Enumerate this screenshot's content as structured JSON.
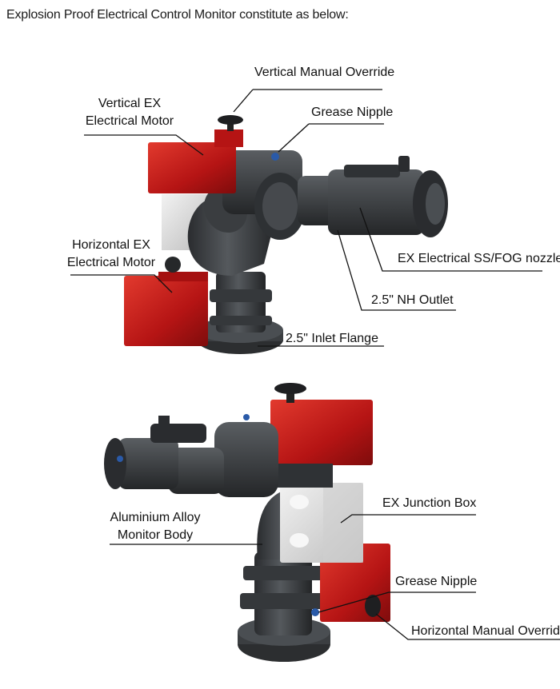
{
  "heading": "Explosion Proof Electrical Control Monitor constitute as below:",
  "colors": {
    "motor_red": "#c01818",
    "body_dark": "#3a3d40",
    "junction_box": "#d8d8d8",
    "nipple_blue": "#2a5aa8"
  },
  "top_figure": {
    "labels": {
      "vertical_manual_override": "Vertical Manual Override",
      "vertical_ex_motor_line1": "Vertical EX",
      "vertical_ex_motor_line2": "Electrical Motor",
      "grease_nipple": "Grease Nipple",
      "horizontal_ex_motor_line1": "Horizontal EX",
      "horizontal_ex_motor_line2": "Electrical Motor",
      "ex_nozzle": "EX Electrical SS/FOG nozzle",
      "nh_outlet": "2.5\" NH Outlet",
      "inlet_flange": "2.5\" Inlet Flange"
    }
  },
  "bottom_figure": {
    "labels": {
      "ex_junction_box": "EX Junction Box",
      "monitor_body_line1": "Aluminium Alloy",
      "monitor_body_line2": "Monitor Body",
      "grease_nipple": "Grease Nipple",
      "horizontal_manual_override": "Horizontal Manual Override"
    }
  }
}
